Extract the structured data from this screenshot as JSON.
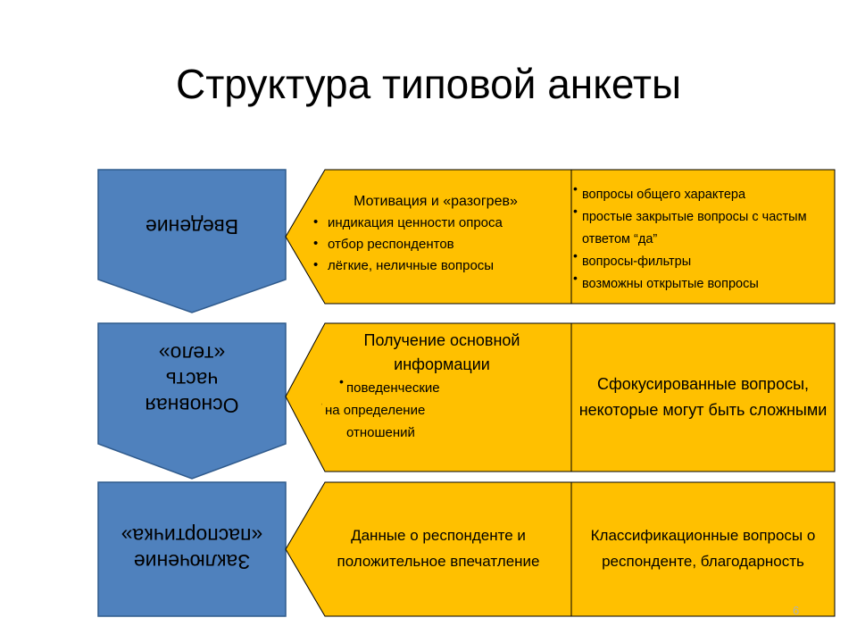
{
  "title": "Структура типовой анкеты",
  "colors": {
    "section_fill": "#4f81bd",
    "section_stroke": "#2f5a8c",
    "box_fill": "#ffc000",
    "box_stroke": "#000000"
  },
  "rows": [
    {
      "section": "Введение",
      "goal_title": "Мотивация и «разогрев»",
      "goal_items": [
        "индикация ценности опроса",
        "отбор респондентов",
        "лёгкие, неличные вопросы"
      ],
      "question_items": [
        "вопросы общего характера",
        "простые закрытые вопросы с частым ответом “да”",
        "вопросы-фильтры",
        "возможны открытые вопросы"
      ]
    },
    {
      "section": "Основная часть «тело»",
      "goal_title": "Получение основной информации",
      "goal_items": [
        "поведенческие",
        "на определение отношений"
      ],
      "questions_text": "Сфокусированные вопросы, некоторые могут быть сложными"
    },
    {
      "section": "Заключение «паспортичка»",
      "goal_text": "Данные о респонденте и положительное впечатление",
      "questions_text": "Классификационные вопросы о респонденте, благодарность"
    }
  ],
  "page_number": "6"
}
